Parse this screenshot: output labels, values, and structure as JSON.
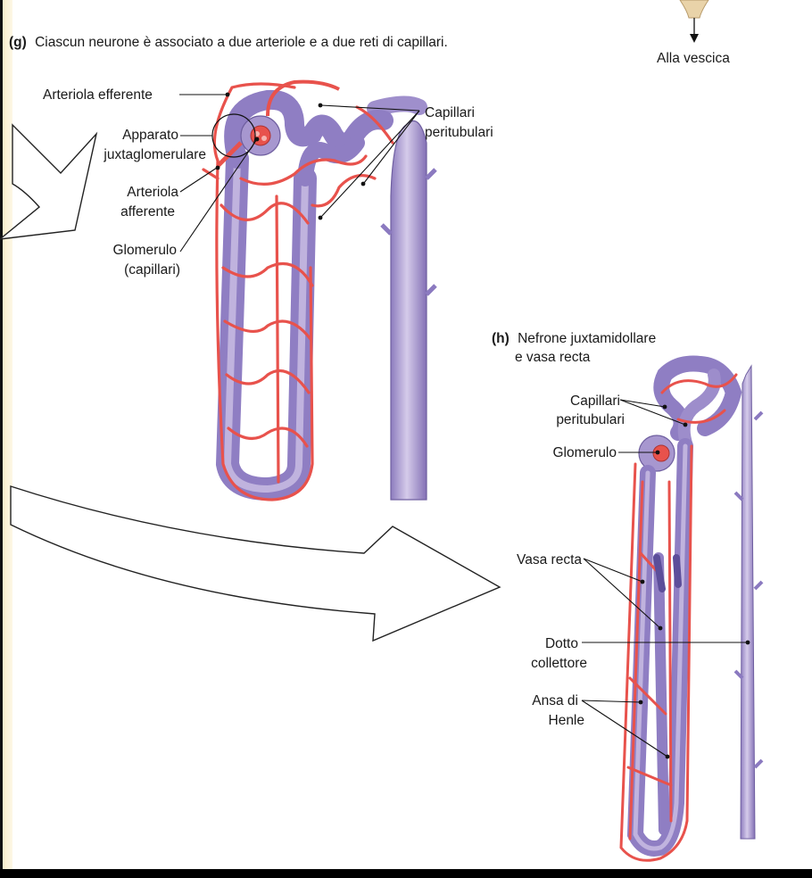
{
  "colors": {
    "background": "#000000",
    "panel": "#ffffff",
    "left_strip": "#fbf1cf",
    "artery": "#e8524c",
    "artery_dark": "#c43a36",
    "tubule": "#b3a3d2",
    "tubule_dark": "#7e6fae",
    "vein": "#8b7ac0",
    "arrow_fill": "#ffffff",
    "arrow_stroke": "#222222"
  },
  "top": {
    "destination_label": "Alla vescica"
  },
  "panel_g": {
    "letter": "(g)",
    "caption": "Ciascun neurone è associato a due arteriole e a due reti di capillari.",
    "labels": {
      "efferent_arteriole": "Arteriola efferente",
      "juxta_line1": "Apparato",
      "juxta_line2": "juxtaglomerulare",
      "afferent_line1": "Arteriola",
      "afferent_line2": "afferente",
      "glomerulus_line1": "Glomerulo",
      "glomerulus_line2": "(capillari)",
      "peritubular_line1": "Capillari",
      "peritubular_line2": "peritubulari"
    }
  },
  "panel_h": {
    "letter": "(h)",
    "title_line1": "Nefrone juxtamidollare",
    "title_line2": "e vasa recta",
    "labels": {
      "peritubular_line1": "Capillari",
      "peritubular_line2": "peritubulari",
      "glomerulus": "Glomerulo",
      "vasa_recta": "Vasa recta",
      "duct_line1": "Dotto",
      "duct_line2": "collettore",
      "loop_line1": "Ansa di",
      "loop_line2": "Henle"
    }
  }
}
